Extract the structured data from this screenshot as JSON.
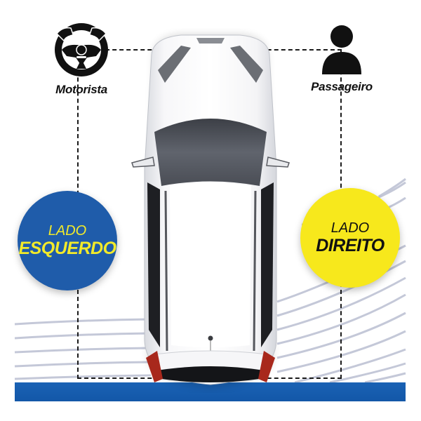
{
  "colors": {
    "left_circle": "#1f5caa",
    "left_text": "#f2ea2a",
    "right_circle": "#f7e81c",
    "right_text": "#111111",
    "bottom_bar": "#1a62b4",
    "dash_line": "#1a1a1a",
    "ripple_lines": "#c4c8d8"
  },
  "roles": {
    "driver": {
      "icon": "steering-wheel-icon",
      "label": "Motorista"
    },
    "passenger": {
      "icon": "person-icon",
      "label": "Passageiro"
    }
  },
  "sides": {
    "left": {
      "line1": "LADO",
      "line2": "ESQUERDO"
    },
    "right": {
      "line1": "LADO",
      "line2": "DIREITO"
    }
  },
  "vehicle": {
    "icon": "car-top-view",
    "color": "white"
  }
}
